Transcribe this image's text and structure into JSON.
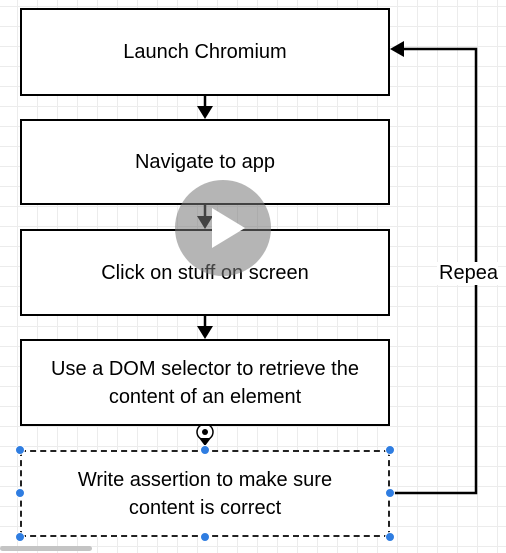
{
  "flow": {
    "steps": [
      "Launch Chromium",
      "Navigate to app",
      "Click on stuff on screen",
      "Use a DOM selector to retrieve the content of an element",
      "Write assertion to make sure content is correct"
    ],
    "loop_label": "Repea"
  },
  "colors": {
    "selection": "#2f7de1",
    "stroke": "#000000",
    "grid": "#ececec"
  },
  "overlay": {
    "icon": "play-icon"
  }
}
